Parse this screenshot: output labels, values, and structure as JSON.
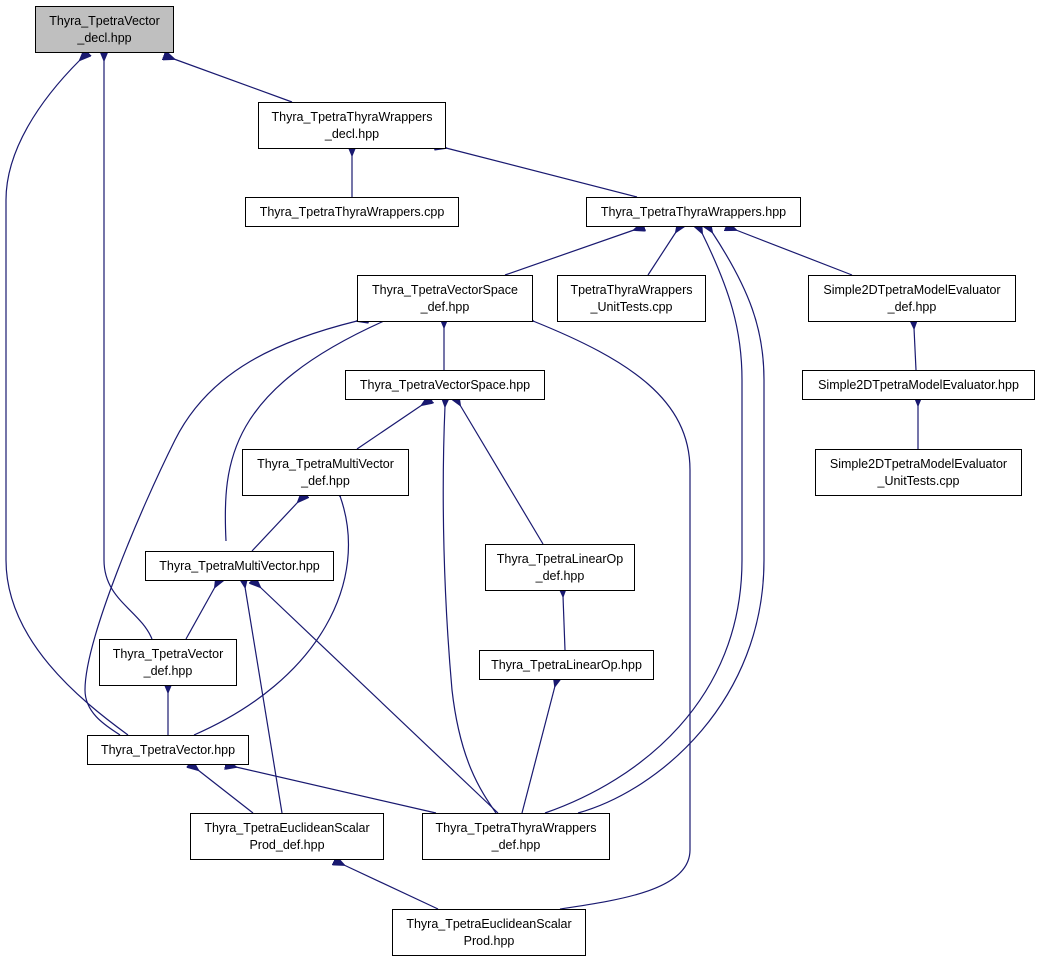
{
  "colors": {
    "edge": "#191970",
    "root_fill": "#bfbfbf",
    "node_fill": "#ffffff",
    "border": "#000000"
  },
  "nodes": {
    "tvdecl": {
      "lines": [
        "Thyra_TpetraVector",
        "_decl.hpp"
      ],
      "root": true
    },
    "ttwdecl": {
      "lines": [
        "Thyra_TpetraThyraWrappers",
        "_decl.hpp"
      ]
    },
    "ttwcpp": {
      "lines": [
        "Thyra_TpetraThyraWrappers.cpp"
      ]
    },
    "ttwhpp": {
      "lines": [
        "Thyra_TpetraThyraWrappers.hpp"
      ]
    },
    "tvsdef": {
      "lines": [
        "Thyra_TpetraVectorSpace",
        "_def.hpp"
      ]
    },
    "ttwut": {
      "lines": [
        "TpetraThyraWrappers",
        "_UnitTests.cpp"
      ]
    },
    "s2ddef": {
      "lines": [
        "Simple2DTpetraModelEvaluator",
        "_def.hpp"
      ]
    },
    "tvshpp": {
      "lines": [
        "Thyra_TpetraVectorSpace.hpp"
      ]
    },
    "s2dhpp": {
      "lines": [
        "Simple2DTpetraModelEvaluator.hpp"
      ]
    },
    "tmvdef": {
      "lines": [
        "Thyra_TpetraMultiVector",
        "_def.hpp"
      ]
    },
    "s2dut": {
      "lines": [
        "Simple2DTpetraModelEvaluator",
        "_UnitTests.cpp"
      ]
    },
    "tlodef": {
      "lines": [
        "Thyra_TpetraLinearOp",
        "_def.hpp"
      ]
    },
    "tmvhpp": {
      "lines": [
        "Thyra_TpetraMultiVector.hpp"
      ]
    },
    "tlohpp": {
      "lines": [
        "Thyra_TpetraLinearOp.hpp"
      ]
    },
    "tvdef": {
      "lines": [
        "Thyra_TpetraVector",
        "_def.hpp"
      ]
    },
    "tvhpp": {
      "lines": [
        "Thyra_TpetraVector.hpp"
      ]
    },
    "tespdef": {
      "lines": [
        "Thyra_TpetraEuclideanScalar",
        "Prod_def.hpp"
      ]
    },
    "ttwdef": {
      "lines": [
        "Thyra_TpetraThyraWrappers",
        "_def.hpp"
      ]
    },
    "tesphpp": {
      "lines": [
        "Thyra_TpetraEuclideanScalar",
        "Prod.hpp"
      ]
    }
  }
}
